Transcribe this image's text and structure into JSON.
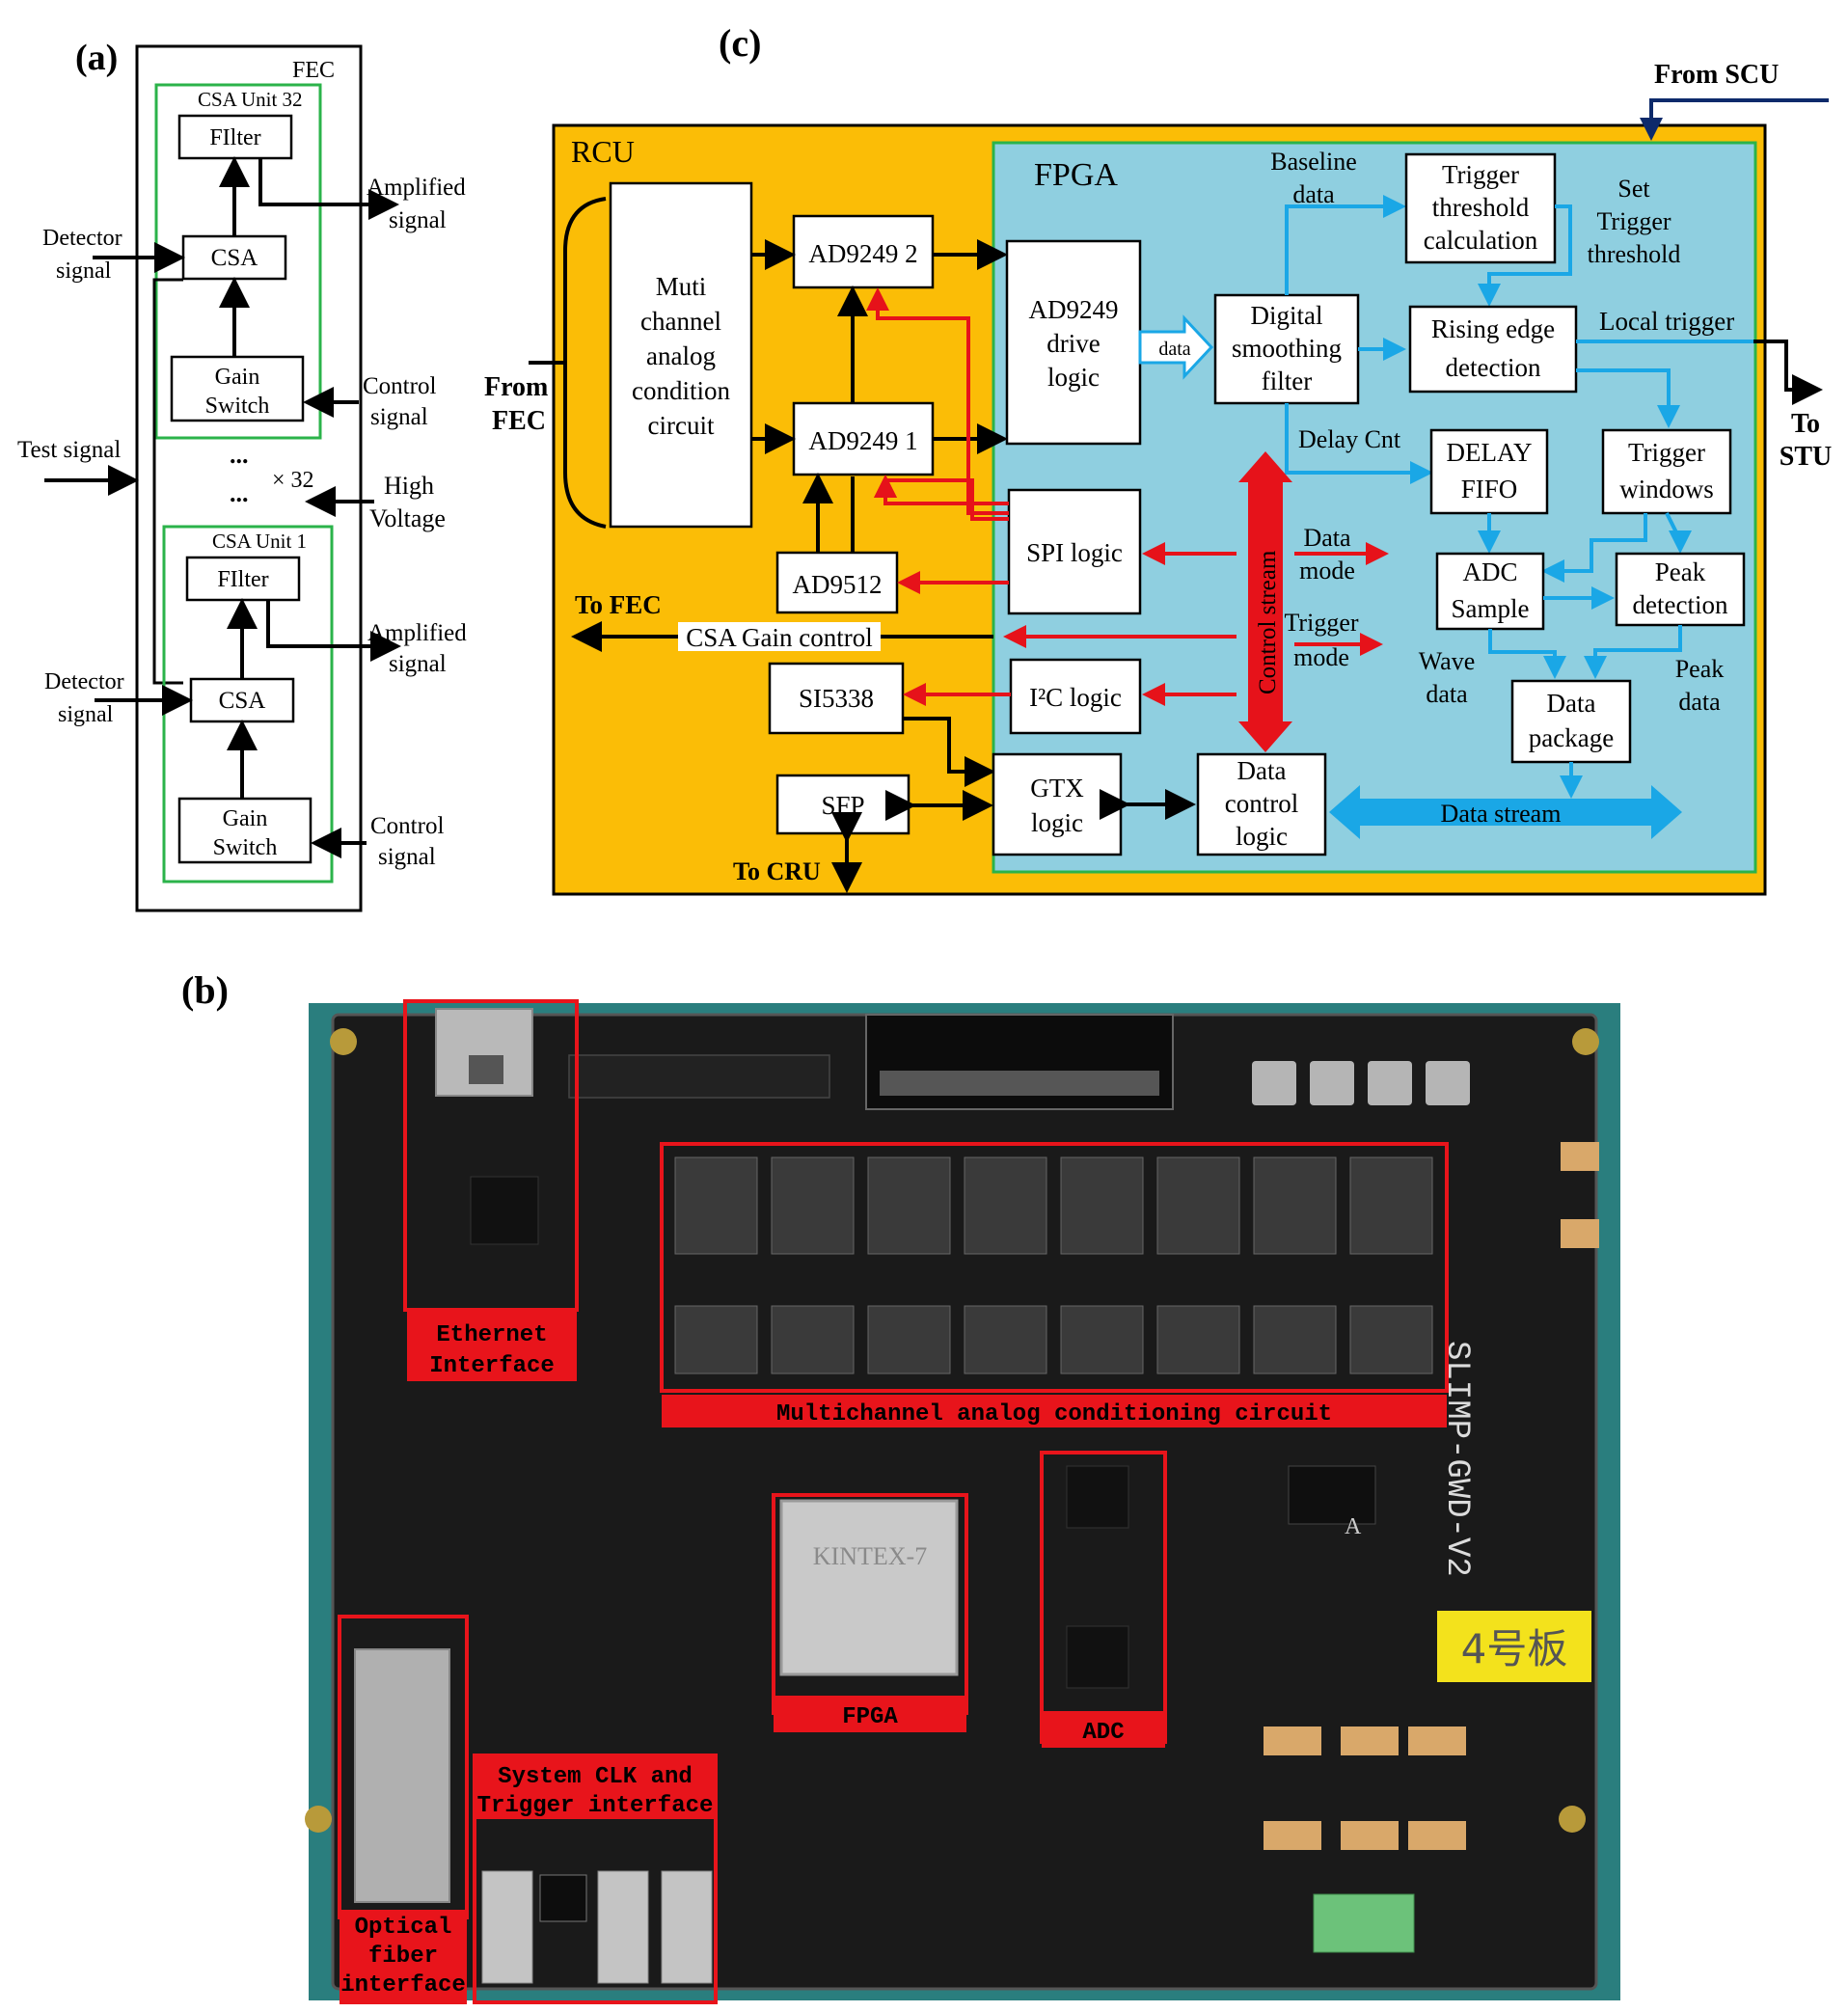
{
  "panel_a": {
    "label": "(a)",
    "fec": "FEC",
    "unit_top": "CSA Unit  32",
    "unit_bottom": "CSA Unit  1",
    "filter": "FIlter",
    "csa": "CSA",
    "gain": "Gain",
    "switch": "Switch",
    "amplified": "Amplified",
    "signal": "signal",
    "detector": "Detector",
    "control": "Control",
    "test_signal": "Test signal",
    "dots": "...",
    "times32": "× 32",
    "high": "High",
    "voltage": "Voltage"
  },
  "panel_c": {
    "label": "(c)",
    "from_scu": "From SCU",
    "rcu": "RCU",
    "fpga": "FPGA",
    "from": "From",
    "fec": "FEC",
    "muti": [
      "Muti",
      "channel",
      "analog",
      "condition",
      "circuit"
    ],
    "ad9249_2": "AD9249 2",
    "ad9249_1": "AD9249 1",
    "ad9512": "AD9512",
    "si5338": "SI5338",
    "sfp": "SFP",
    "to_fec": "To FEC",
    "csa_gain": "CSA Gain control",
    "to_cru": "To CRU",
    "drive": [
      "AD9249",
      "drive",
      "logic"
    ],
    "data_small": "data",
    "baseline": [
      "Baseline",
      "data"
    ],
    "digital": [
      "Digital",
      "smoothing",
      "filter"
    ],
    "trigger_calc": [
      "Trigger",
      "threshold",
      "calculation"
    ],
    "set_trigger": [
      "Set",
      "Trigger",
      "threshold"
    ],
    "rising": [
      "Rising edge",
      "detection"
    ],
    "local_trigger": "Local trigger",
    "to": "To",
    "stu": "STU",
    "delay_cnt": "Delay Cnt",
    "delay_fifo": [
      "DELAY",
      "FIFO"
    ],
    "trigger_windows": [
      "Trigger",
      "windows"
    ],
    "spi": "SPI  logic",
    "control_stream": "Control stream",
    "data_mode": [
      "Data",
      "mode"
    ],
    "trigger_mode": [
      "Trigger",
      "mode"
    ],
    "adc_sample": [
      "ADC",
      "Sample"
    ],
    "peak_detection": [
      "Peak",
      "detection"
    ],
    "wave_data": [
      "Wave",
      "data"
    ],
    "peak_data": [
      "Peak",
      "data"
    ],
    "data_package": [
      "Data",
      "package"
    ],
    "i2c": "I²C  logic",
    "gtx": [
      "GTX",
      "logic"
    ],
    "dcl": [
      "Data",
      "control",
      "logic"
    ],
    "data_stream": "Data stream"
  },
  "panel_b": {
    "label": "(b)",
    "ethernet": [
      "Ethernet",
      "Interface"
    ],
    "multichannel": "Multichannel analog conditioning circuit",
    "fpga": "FPGA",
    "adc": "ADC",
    "optical": [
      "Optical",
      "fiber",
      "interface"
    ],
    "sysclk": [
      "System CLK and",
      "Trigger interface"
    ],
    "board_name": "SLIMP-GWD-V2",
    "chip": "KINTEX-7",
    "board_num": "4号板",
    "silk_a": "A"
  }
}
